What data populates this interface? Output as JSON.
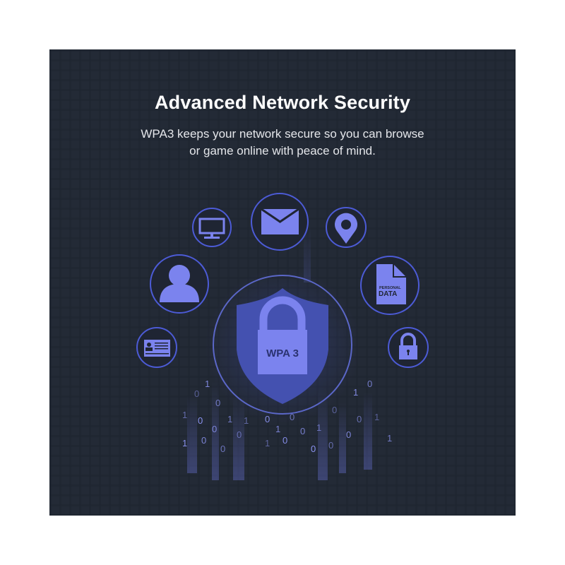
{
  "header": {
    "title": "Advanced Network Security",
    "subtitle_line1": "WPA3 keeps your network secure so you can browse",
    "subtitle_line2": "or game online with peace of mind."
  },
  "graphic": {
    "lock_label": "WPA 3",
    "document_small_label": "PERSONAL",
    "document_large_label": "DATA",
    "icons": [
      "monitor-icon",
      "mail-icon",
      "location-pin-icon",
      "user-icon",
      "personal-data-icon",
      "id-card-icon",
      "lock-icon",
      "shield-lock-icon"
    ],
    "binary_digits": [
      "0",
      "1",
      "0",
      "1",
      "0",
      "0",
      "1",
      "0",
      "1",
      "0",
      "0",
      "1",
      "0",
      "1",
      "0",
      "1",
      "0",
      "0",
      "1",
      "0",
      "1",
      "0",
      "0",
      "1",
      "0",
      "1",
      "0",
      "0"
    ]
  },
  "colors": {
    "background": "#1e2430",
    "icon_fill": "#7b83ee",
    "ring": "#4c5bd6",
    "shield": "#4451b0"
  }
}
